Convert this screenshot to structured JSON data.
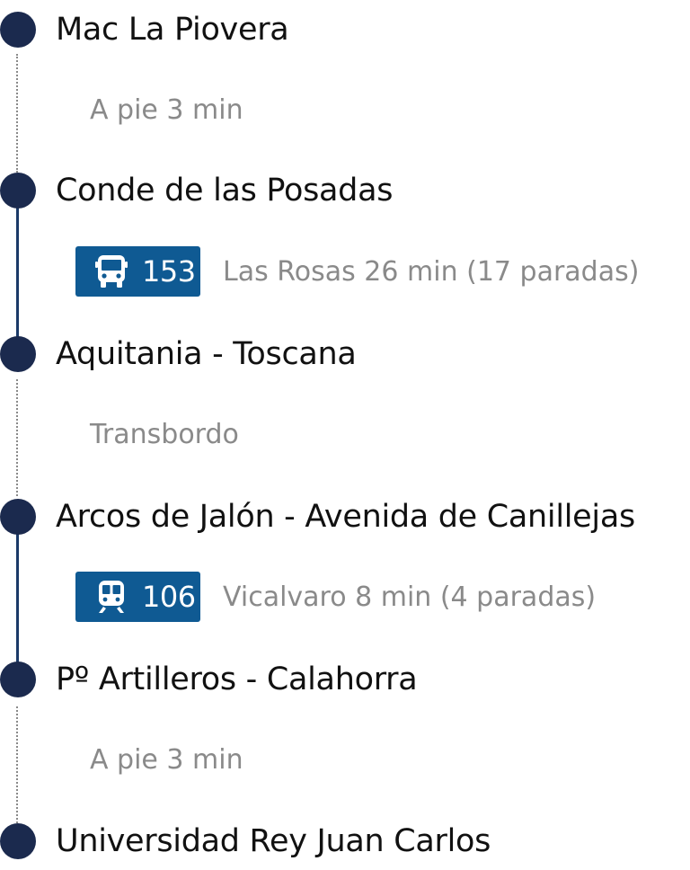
{
  "stops": [
    {
      "name": "Mac La Piovera"
    },
    {
      "name": "Conde de las Posadas"
    },
    {
      "name": "Aquitania - Toscana"
    },
    {
      "name": "Arcos de Jalón - Avenida de Canillejas"
    },
    {
      "name": "Pº Artilleros - Calahorra"
    },
    {
      "name": "Universidad Rey Juan Carlos"
    }
  ],
  "legs": [
    {
      "type": "walk",
      "text": "A pie 3 min"
    },
    {
      "type": "bus",
      "route": "153",
      "description": "Las Rosas 26 min (17 paradas)",
      "icon": "bus-icon",
      "color": "#0f5a93"
    },
    {
      "type": "transfer",
      "text": "Transbordo"
    },
    {
      "type": "train",
      "route": "106",
      "description": "Vicalvaro 8 min (4 paradas)",
      "icon": "train-icon",
      "color": "#0f5a93"
    },
    {
      "type": "walk",
      "text": "A pie 3 min"
    }
  ],
  "colors": {
    "stop_dot": "#1b2a4e",
    "transit_line": "#1b3a68",
    "secondary_text": "#8a8a8a"
  }
}
